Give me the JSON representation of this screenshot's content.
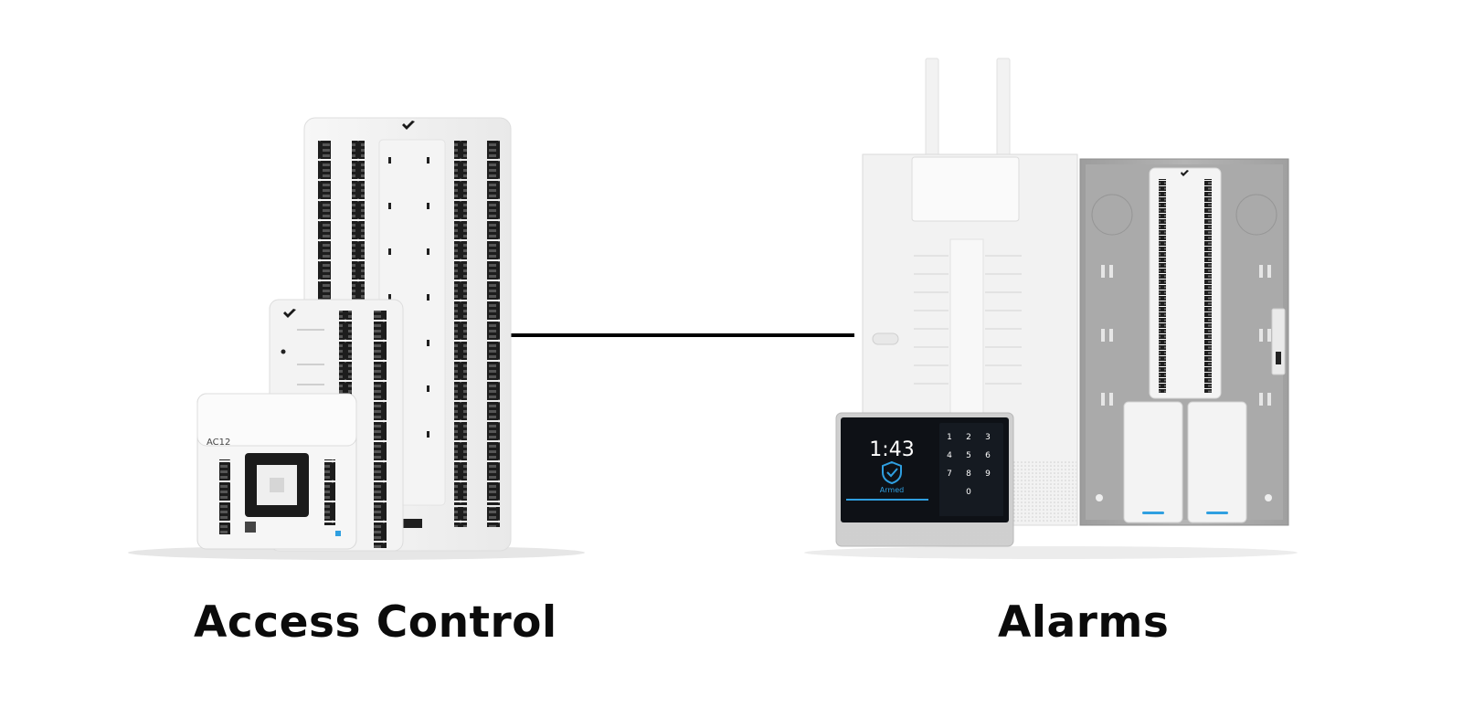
{
  "labels": {
    "left_caption": "Access Control",
    "right_caption": "Alarms"
  },
  "devices": {
    "small_controller_model": "AC12",
    "keypad_time": "1:43",
    "keypad_status": "Armed",
    "keypad_keys": [
      "1",
      "2",
      "3",
      "4",
      "5",
      "6",
      "7",
      "8",
      "9",
      "0"
    ]
  },
  "colors": {
    "text": "#0b0b0b",
    "device_body": "#f1f1f1",
    "enclosure_metal": "#a6a6a6",
    "keypad_screen": "#0e1116",
    "accent_blue": "#2f9fe0",
    "connector_line": "#000000"
  },
  "icons": [
    "logo-chevron-icon",
    "shield-check-icon"
  ]
}
